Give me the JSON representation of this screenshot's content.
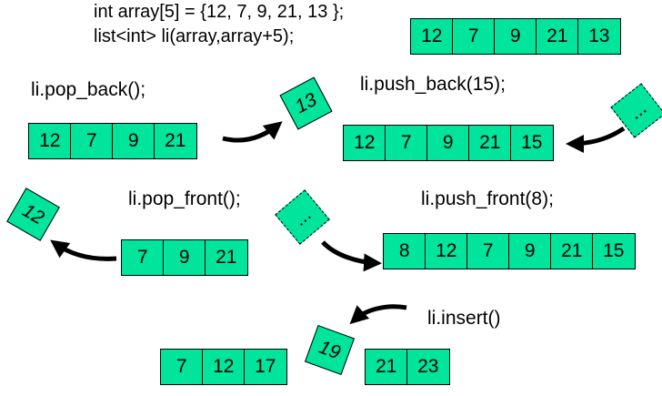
{
  "code": {
    "line1": "int array[5] = {12, 7, 9, 21, 13 };",
    "line2": "list<int> li(array,array+5);"
  },
  "initial_list": [
    "12",
    "7",
    "9",
    "21",
    "13"
  ],
  "pop_back": {
    "label": "li.pop_back();",
    "list": [
      "12",
      "7",
      "9",
      "21"
    ],
    "removed": "13"
  },
  "push_back": {
    "label": "li.push_back(15);",
    "list": [
      "12",
      "7",
      "9",
      "21",
      "15"
    ],
    "incoming": "..."
  },
  "pop_front": {
    "label": "li.pop_front();",
    "list": [
      "7",
      "9",
      "21"
    ],
    "removed": "12"
  },
  "push_front": {
    "label": "li.push_front(8);",
    "list": [
      "8",
      "12",
      "7",
      "9",
      "21",
      "15"
    ],
    "incoming": "..."
  },
  "insert": {
    "label": "li.insert()",
    "left_list": [
      "7",
      "12",
      "17"
    ],
    "inserted": "19",
    "right_list": [
      "21",
      "23"
    ]
  },
  "colors": {
    "cell_fill": "#00e59b",
    "stroke": "#000000"
  }
}
